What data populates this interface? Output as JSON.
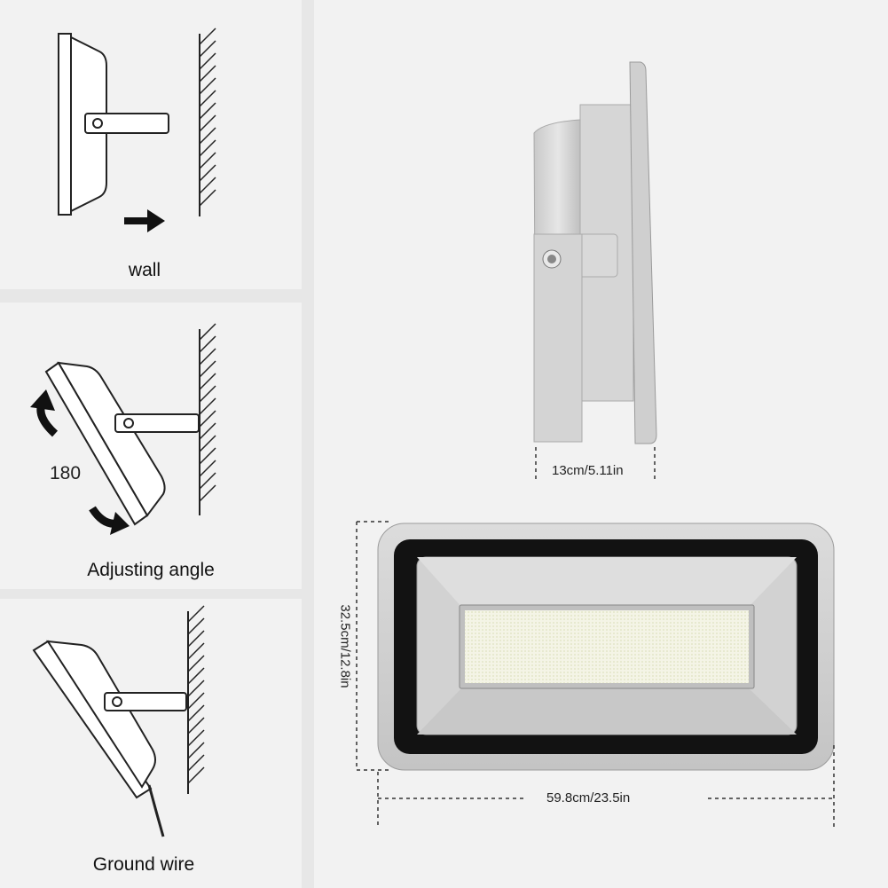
{
  "panels": {
    "wall": {
      "caption": "wall"
    },
    "adjust": {
      "caption": "Adjusting angle",
      "angle_label": "180"
    },
    "ground": {
      "caption": "Ground wire"
    }
  },
  "dimensions": {
    "depth": "13cm/5.11in",
    "height": "32.5cm/12.8in",
    "width": "59.8cm/23.5in"
  }
}
